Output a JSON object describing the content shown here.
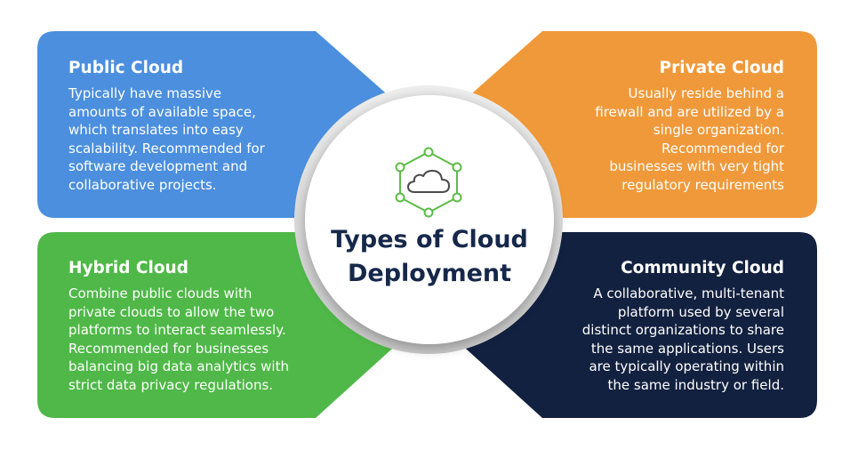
{
  "center": {
    "title_line1": "Types of Cloud",
    "title_line2": "Deployment",
    "icon": "cloud-network-icon"
  },
  "colors": {
    "public": "#4b8fde",
    "private": "#f0993a",
    "hybrid": "#4fb848",
    "community": "#12213f",
    "title_text": "#16284a",
    "icon_green": "#5dbb46"
  },
  "quadrants": {
    "public": {
      "title": "Public Cloud",
      "lines": [
        "Typically have massive",
        "amounts of available space,",
        "which translates into easy",
        "scalability. Recommended for",
        "software development and",
        "collaborative projects."
      ]
    },
    "private": {
      "title": "Private Cloud",
      "lines": [
        "Usually reside behind a",
        "firewall and are utilized by a",
        "single organization.",
        "Recommended for",
        "businesses with very tight",
        "regulatory requirements"
      ]
    },
    "hybrid": {
      "title": "Hybrid Cloud",
      "lines": [
        "Combine public clouds with",
        "private clouds to allow the two",
        "platforms to interact seamlessly.",
        "Recommended for businesses",
        "balancing big data analytics with",
        "strict data privacy regulations."
      ]
    },
    "community": {
      "title": "Community Cloud",
      "lines": [
        "A collaborative, multi-tenant",
        "platform used by several",
        "distinct organizations to share",
        "the same applications. Users",
        "are typically operating within",
        "the same industry or field."
      ]
    }
  }
}
